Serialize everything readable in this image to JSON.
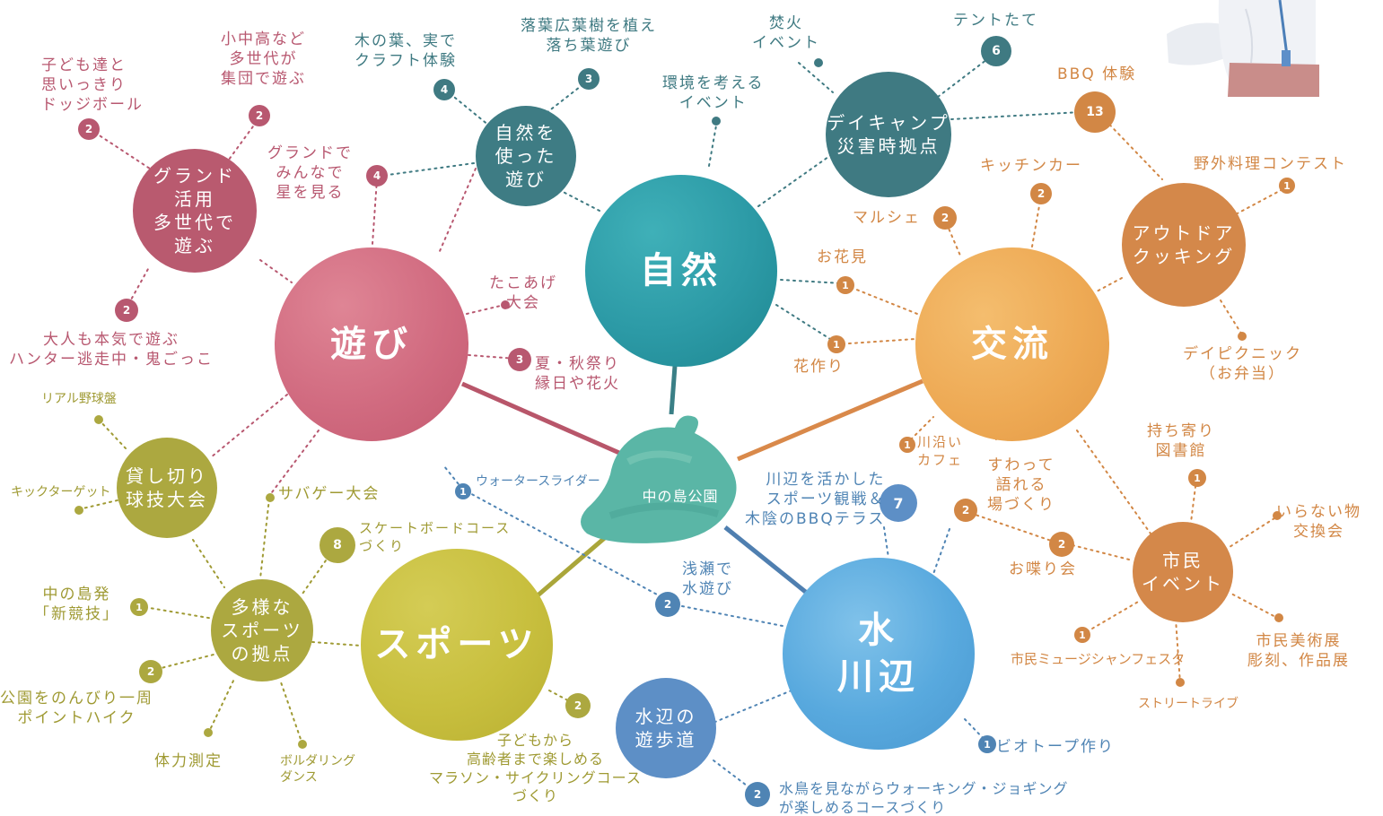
{
  "center": {
    "label": "中の島公園"
  },
  "colors": {
    "nature": "#2c9aa6",
    "play": "#d16b80",
    "exchange": "#eeaa55",
    "water": "#58a9de",
    "sports": "#c8bf3e",
    "park": "#5ab6a6"
  },
  "categories": {
    "nature": "自然",
    "play": "遊び",
    "exchange": "交流",
    "water": "水\n川辺",
    "sports": "スポーツ"
  },
  "subs": {
    "shizen_asobi": "自然を\n使った\n遊び",
    "daycamp": "デイキャンプ\n災害時拠点",
    "ground": "グランド\n活用\n多世代で\n遊ぶ",
    "kashikiri": "貸し切り\n球技大会",
    "tayou": "多様な\nスポーツ\nの拠点",
    "outdoor": "アウトドア\nクッキング",
    "shimin": "市民\nイベント",
    "mizube": "水辺の\n遊歩道"
  },
  "items": {
    "dodgeball": "子ども達と\n思いっきり\nドッジボール",
    "shochuko": "小中高など\n多世代が\n集団で遊ぶ",
    "konoha": "木の葉、実で\nクラフト体験",
    "rakuyo": "落葉広葉樹を植え\n落ち葉遊び",
    "takibi": "焚火\nイベント",
    "kankyo": "環境を考える\nイベント",
    "tent": "テントたて",
    "bbq": "BBQ 体験",
    "hoshi": "グランドで\nみんなで\n星を見る",
    "yaguai": "野外料理コンテスト",
    "kitchen": "キッチンカー",
    "marche": "マルシェ",
    "ohanami": "お花見",
    "takoage": "たこあげ\n大会",
    "hanadukuri": "花作り",
    "picnic": "デイピクニック\n（お弁当）",
    "otona": "大人も本気で遊ぶ\nハンター逃走中・鬼ごっこ",
    "natsumatsuri": "夏・秋祭り\n縁日や花火",
    "real_yakyu": "リアル野球盤",
    "water_slider": "ウォータースライダー",
    "kawazoi": "川沿い\nカフェ",
    "suwatte": "すわって\n語れる\n場づくり",
    "mochiyori": "持ち寄り\n図書館",
    "kickta": "キックターゲット",
    "sabage": "サバゲー大会",
    "kawabe_bbq": "川辺を活かした\nスポーツ観戦＆\n木陰のBBQテラス",
    "iranai": "いらない物\n交換会",
    "skateboard": "スケートボードコース\nづくり",
    "oshaberi": "お喋り会",
    "asase": "浅瀬で\n水遊び",
    "shingi": "中の島発\n「新競技」",
    "museum_fes": "市民ミュージシャンフェスタ",
    "bijutsu": "市民美術展\n彫刻、作品展",
    "point_hike": "公園をのんびり一周\nポイントハイク",
    "street_live": "ストリートライブ",
    "tairyoku": "体力測定",
    "biotope": "ビオトープ作り",
    "kodomo_course": "子どもから\n高齢者まで楽しめる\nマラソン・サイクリングコース\nづくり",
    "bouldering": "ボルダリング\nダンス",
    "mizudori": "水鳥を見ながらウォーキング・ジョギング\nが楽しめるコースづくり"
  },
  "badges": {
    "b_dodge": "2",
    "b_shochu": "2",
    "b_konoha": "4",
    "b_rakuyo": "3",
    "b_tent": "6",
    "b_bbq": "13",
    "b_hoshi": "4",
    "b_yaguai": "1",
    "b_kitchen": "2",
    "b_marche": "2",
    "b_ohanami": "1",
    "b_hana": "1",
    "b_otona": "2",
    "b_natsu": "3",
    "b_slider": "1",
    "b_kawazoi": "1",
    "b_suwatte": "2",
    "b_mochi": "1",
    "b_kawabe": "7",
    "b_skate": "8",
    "b_oshaberi": "2",
    "b_asase": "2",
    "b_shingi": "1",
    "b_museum": "1",
    "b_hike": "2",
    "b_kodomo": "2",
    "b_bio": "1",
    "b_mizudori": "2"
  }
}
